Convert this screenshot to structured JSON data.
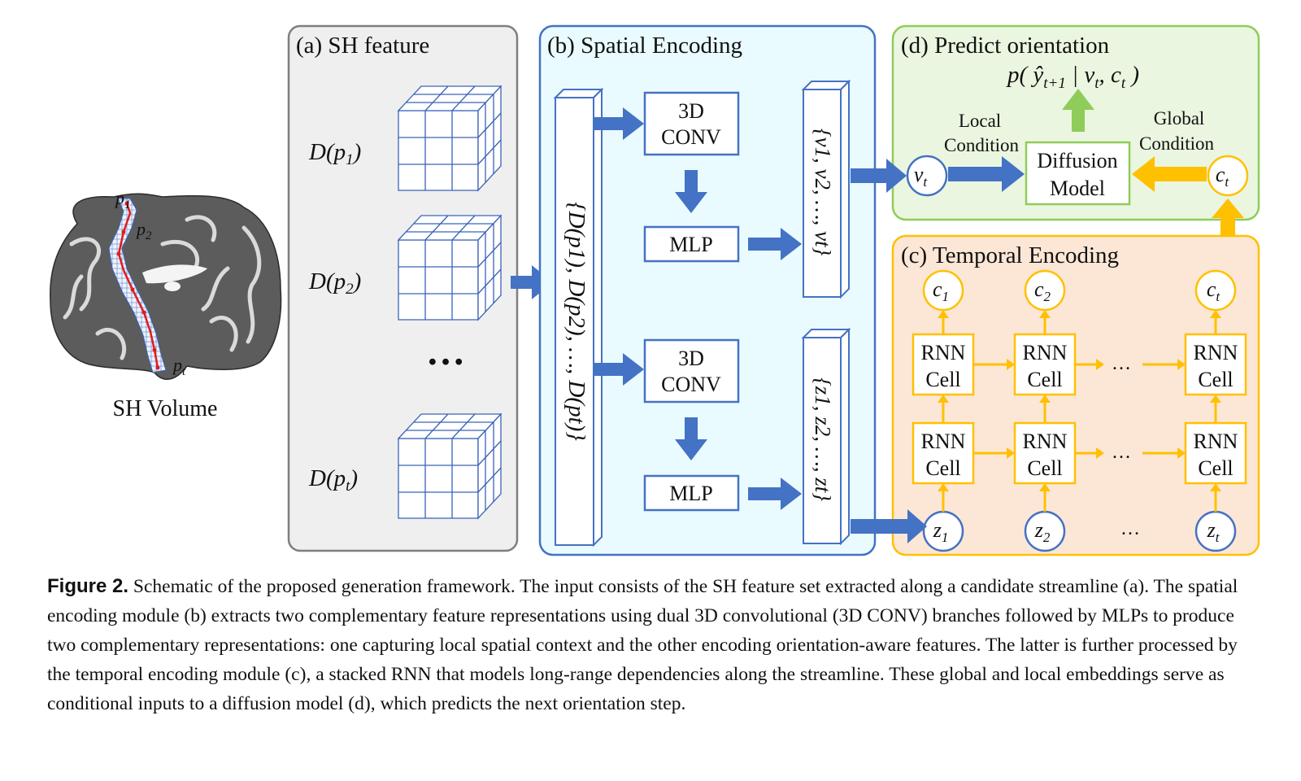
{
  "colors": {
    "blue": "#4472c4",
    "orange": "#ffc000",
    "green": "#8fcc5a",
    "panel_a_fill": "#efefef",
    "panel_b_fill": "#eafbff",
    "panel_c_fill": "#fce7d6",
    "panel_d_fill": "#eaf6e0"
  },
  "sh_volume": {
    "label": "SH Volume",
    "points": [
      "p1",
      "p2",
      "pt"
    ]
  },
  "panel_a": {
    "title": "(a) SH feature",
    "features": [
      "D(p1)",
      "D(p2)",
      "D(pt)"
    ],
    "ellipsis": "…"
  },
  "panel_b": {
    "title": "(b) Spatial Encoding",
    "input_set": "{D(p1), D(p2), …, D(pt)}",
    "conv_label_1": "3D",
    "conv_label_2": "CONV",
    "mlp_label": "MLP",
    "output_v": "{v1, v2, …, vt}",
    "output_z": "{z1, z2, …, zt}"
  },
  "panel_c": {
    "title": "(c) Temporal Encoding",
    "rnn_label_1": "RNN",
    "rnn_label_2": "Cell",
    "inputs": [
      "z1",
      "z2",
      "zt"
    ],
    "outputs": [
      "c1",
      "c2",
      "ct"
    ],
    "ellipsis": "…"
  },
  "panel_d": {
    "title": "(d) Predict orientation",
    "formula": "p( ŷt+1 | vt, ct )",
    "local_condition_1": "Local",
    "local_condition_2": "Condition",
    "global_condition_1": "Global",
    "global_condition_2": "Condition",
    "model_label_1": "Diffusion",
    "model_label_2": "Model",
    "local_node": "vt",
    "global_node": "ct"
  },
  "caption": {
    "label": "Figure 2.",
    "text": "Schematic of the proposed generation framework. The input consists of the SH feature set extracted along a candidate streamline (a). The spatial encoding module (b) extracts two complementary feature representations using dual 3D convolutional (3D CONV) branches followed by MLPs to produce two complementary representations: one capturing local spatial context and the other encoding orientation-aware features. The latter is further processed by the temporal encoding module (c), a stacked RNN that models long-range dependencies along the streamline. These global and local embeddings serve as conditional inputs to a diffusion model (d), which predicts the next orientation step."
  }
}
